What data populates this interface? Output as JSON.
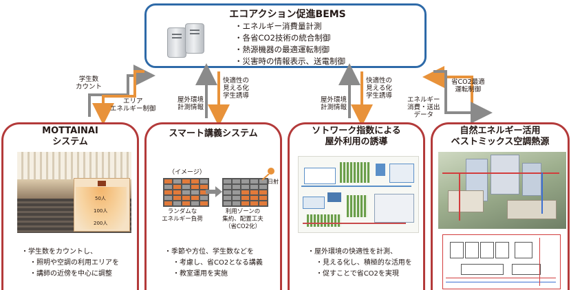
{
  "bems": {
    "title": "エコアクション促進BEMS",
    "items": [
      "エネルギー消費量計測",
      "各省CO2技術の統合制御",
      "熱源機器の最適運転制御",
      "災害時の情報表示、送電制御"
    ]
  },
  "arrows": {
    "a1": "学生数\nカウント",
    "a2": "エリア\nエネルギー制御",
    "a3": "屋外環境\n計測情報",
    "a4": "快適性の\n見える化\n学生誘導",
    "a5": "屋外環境\n計測情報",
    "a6": "快適性の\n見える化\n学生誘導",
    "a7": "省CO2最適\n運転制御",
    "a8": "エネルギー\n消費・送出\nデータ"
  },
  "panels": {
    "p1": {
      "title": "MOTTAINAI\nシステム",
      "desc": [
        "学生数をカウントし、",
        "照明や空調の利用エリアを",
        "講師の近傍を中心に調整"
      ],
      "counts": [
        "50人",
        "100人",
        "200人"
      ]
    },
    "p2": {
      "title": "スマート講義システム",
      "image_note": "（イメージ）",
      "sun": "日射",
      "left_caption": "ランダムな\nエネルギー負荷",
      "right_caption": "利用ゾーンの\n集約、配置工夫\n（省CO2化）",
      "desc": [
        "季節や方位、学生数などを",
        "考慮し、省CO2となる講義",
        "教室運用を実施"
      ]
    },
    "p3": {
      "title": "ソトワーク指数による\n屋外利用の誘導",
      "desc": [
        "屋外環境の快適性を計測、",
        "見える化し、積極的な活用を",
        "促すことで省CO2を実現"
      ]
    },
    "p4": {
      "title": "自然エネルギー活用\nベストミックス空調熱源"
    }
  }
}
